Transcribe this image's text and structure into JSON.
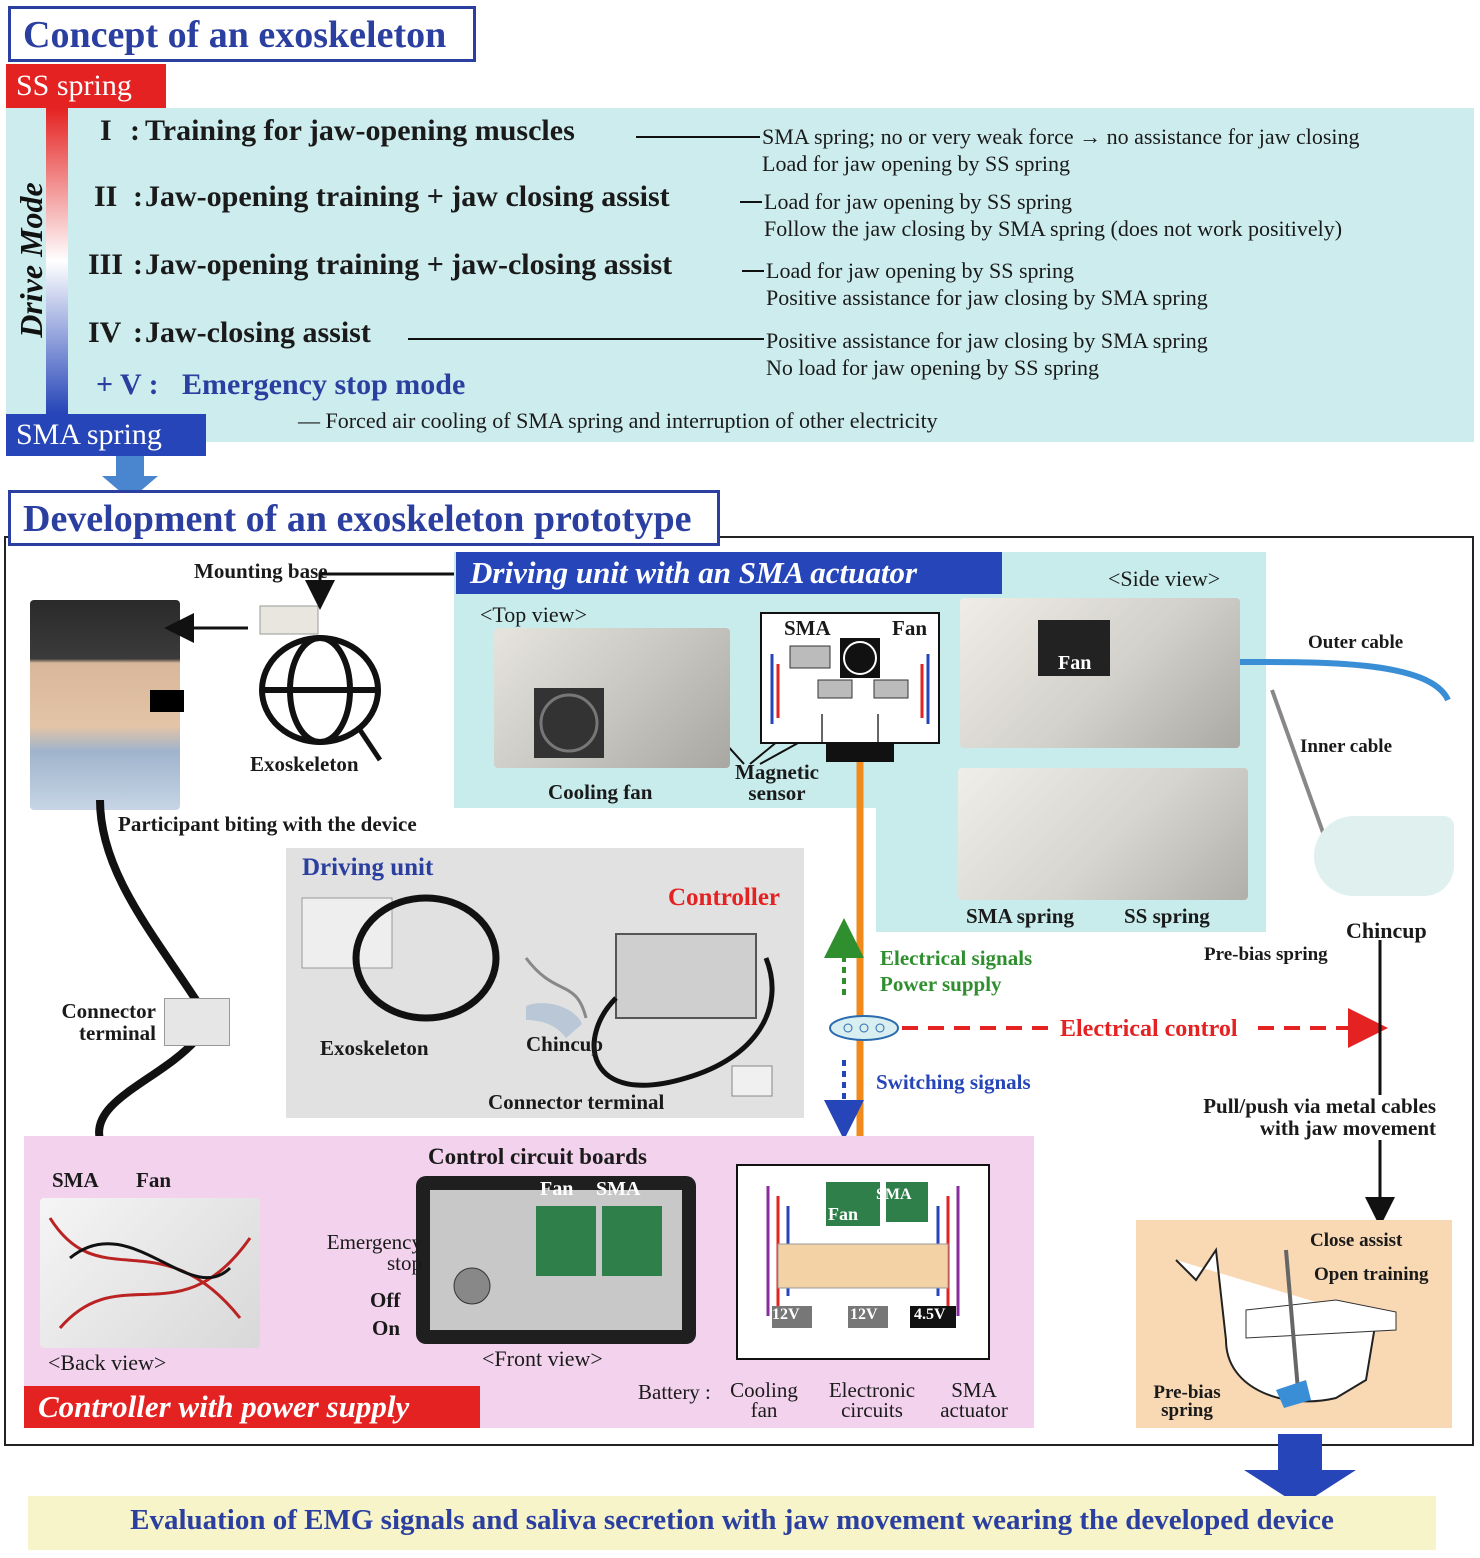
{
  "concept": {
    "title": "Concept of an exoskeleton",
    "ss_spring": "SS spring",
    "sma_spring": "SMA spring",
    "drive_mode": "Drive Mode",
    "modes": [
      {
        "num": "I",
        "name": "Training for jaw-opening muscles",
        "desc1": "SMA spring; no or very weak force → no assistance for jaw closing",
        "desc2": "Load for jaw opening by SS spring"
      },
      {
        "num": "II",
        "name": "Jaw-opening training + jaw closing assist",
        "desc1": "Load for jaw opening by SS spring",
        "desc2": "Follow the jaw closing by SMA spring (does not work positively)"
      },
      {
        "num": "III",
        "name": "Jaw-opening training + jaw-closing assist",
        "desc1": "Load for jaw opening by SS spring",
        "desc2": "Positive assistance for jaw closing by SMA spring"
      },
      {
        "num": "IV",
        "name": "Jaw-closing assist",
        "desc1": "Positive assistance for jaw closing by SMA spring",
        "desc2": "No load for jaw opening by SS spring"
      }
    ],
    "emergency_prefix": "+ V :",
    "emergency_name": "Emergency stop mode",
    "emergency_desc": "— Forced air cooling of SMA spring and interruption of other electricity"
  },
  "prototype": {
    "title": "Development of an exoskeleton prototype",
    "driving_unit_title": "Driving unit with an SMA actuator",
    "mounting_base": "Mounting base",
    "exoskeleton": "Exoskeleton",
    "participant": "Participant biting with the device",
    "top_view": "<Top view>",
    "side_view": "<Side view>",
    "cooling_fan": "Cooling fan",
    "magnetic_sensor": "Magnetic sensor",
    "sma": "SMA",
    "fan": "Fan",
    "sma_spring": "SMA spring",
    "ss_spring": "SS spring",
    "outer_cable": "Outer cable",
    "inner_cable": "Inner cable",
    "chincup": "Chincup",
    "pre_bias_spring": "Pre-bias spring",
    "driving_unit": "Driving unit",
    "controller": "Controller",
    "connector_terminal": "Connector terminal",
    "electrical_signals": "Electrical signals",
    "power_supply": "Power supply",
    "electrical_control": "Electrical control",
    "switching_signals": "Switching signals",
    "pull_push": "Pull/push via metal cables",
    "with_jaw": "with jaw movement",
    "control_boards": "Control circuit boards",
    "emergency_stop": "Emergency stop",
    "off": "Off",
    "on": "On",
    "back_view": "<Back view>",
    "front_view": "<Front view>",
    "controller_power": "Controller with power supply",
    "battery": "Battery :",
    "battery_cooling": "Cooling fan",
    "battery_electronic": "Electronic circuits",
    "battery_sma": "SMA actuator",
    "v12a": "12V",
    "v12b": "12V",
    "v45": "4.5V",
    "close_assist": "Close assist",
    "open_training": "Open training",
    "pre_bias": "Pre-bias spring"
  },
  "evaluation": "Evaluation of EMG signals and saliva secretion with jaw movement wearing the developed device"
}
